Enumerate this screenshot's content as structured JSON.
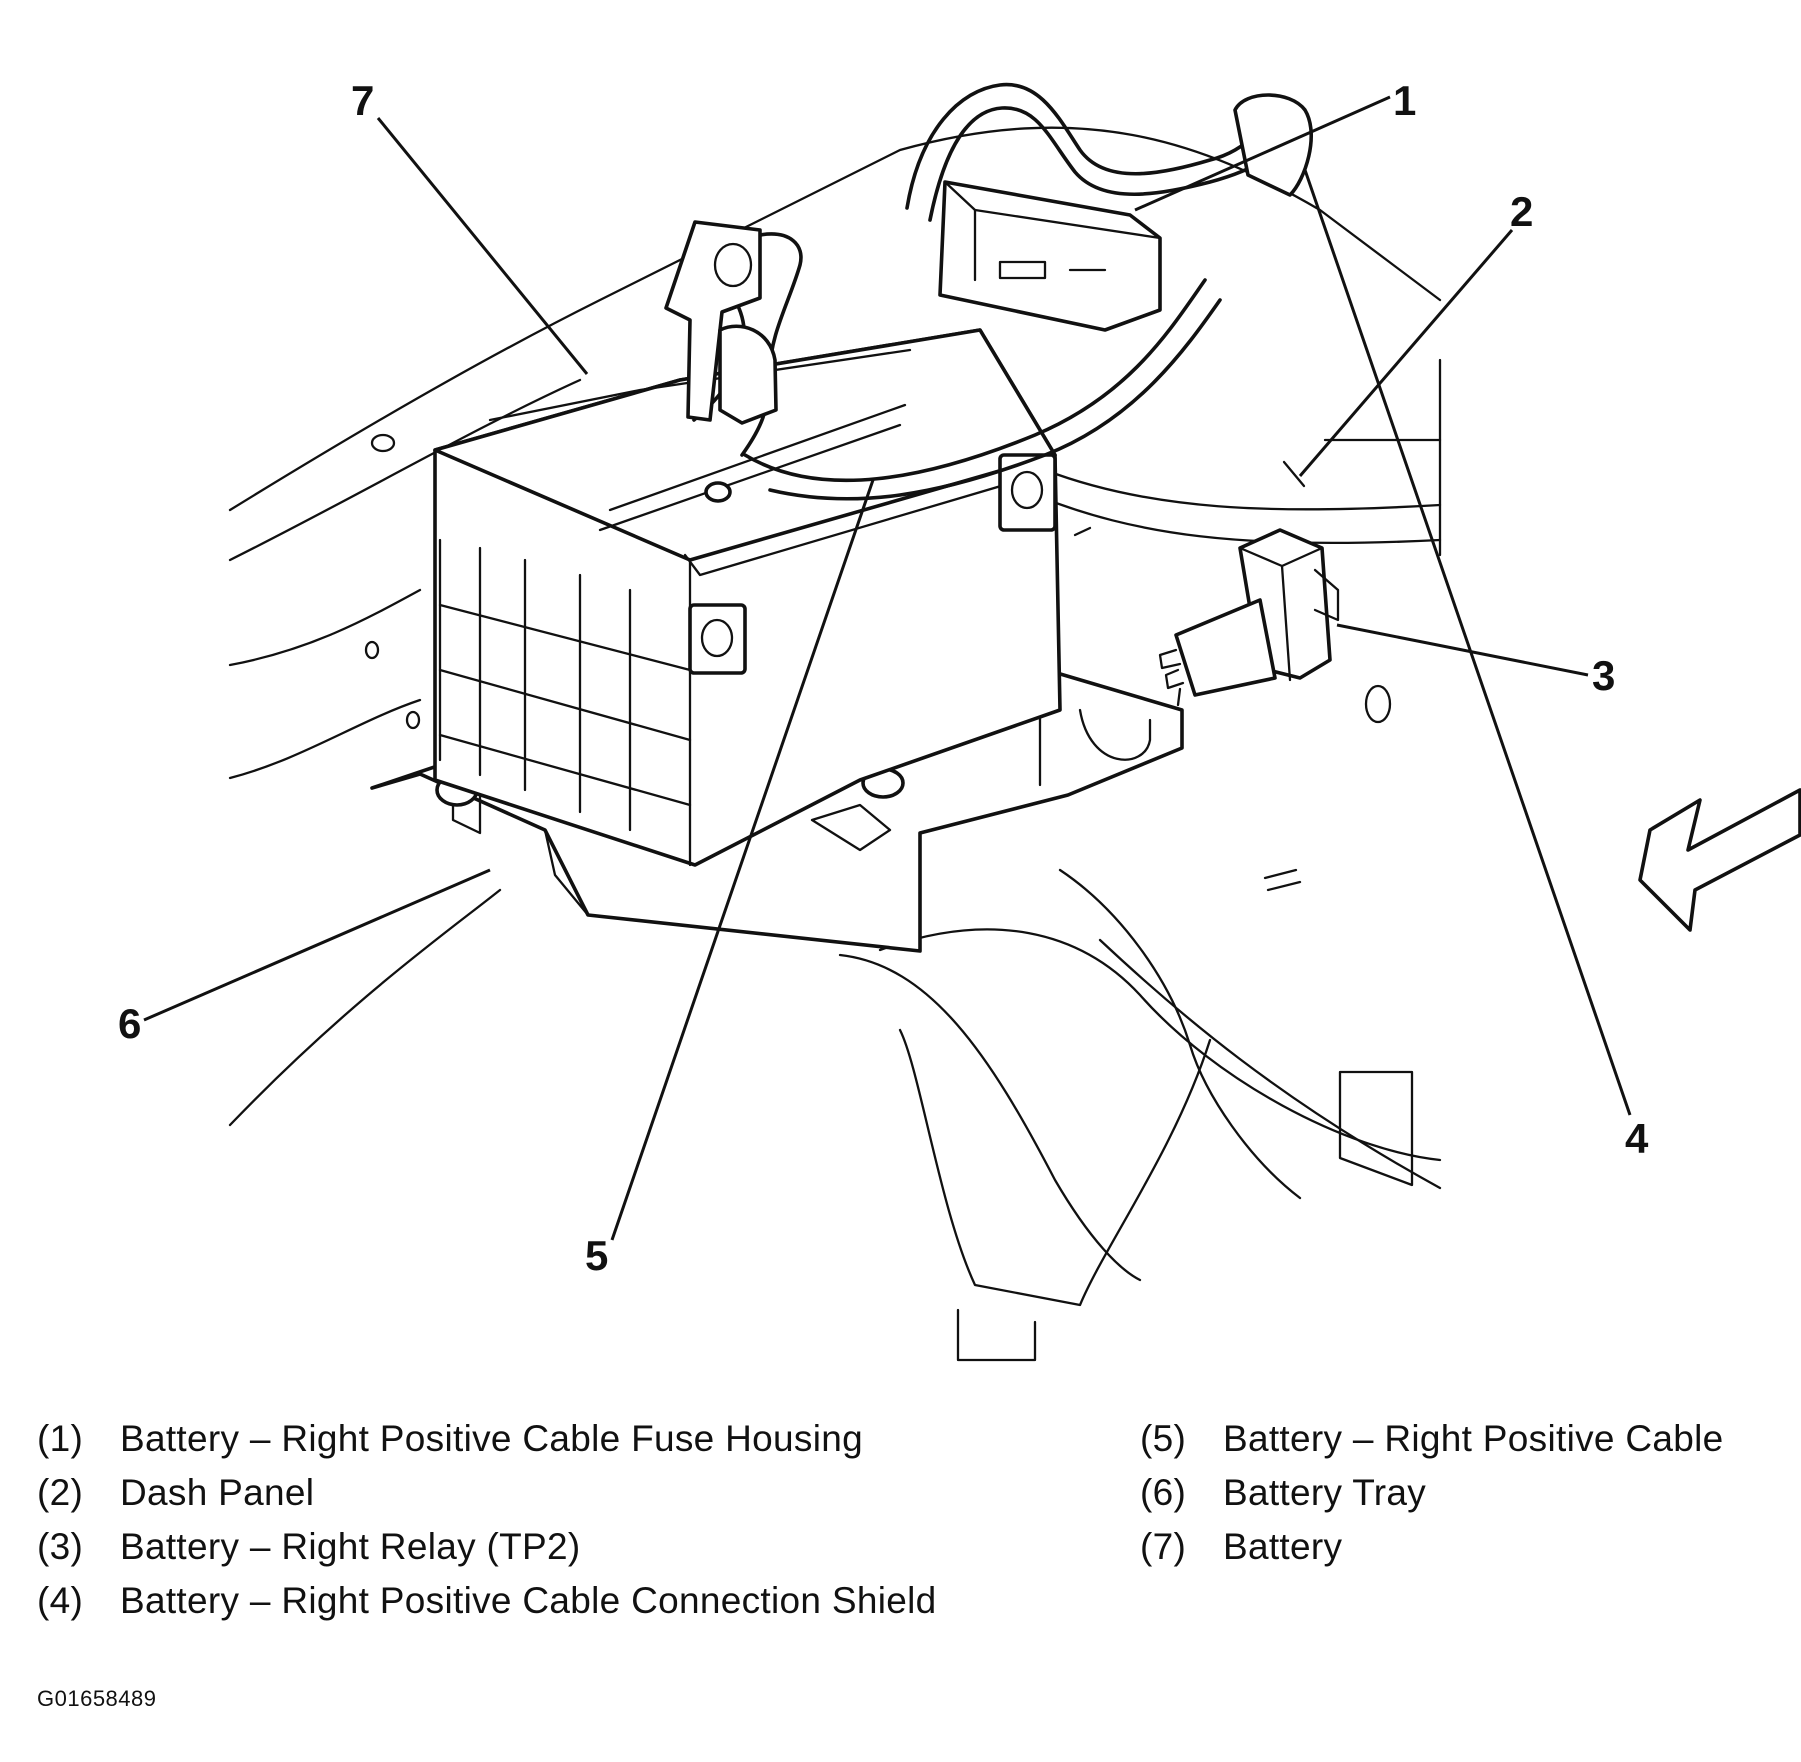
{
  "callouts": {
    "c1": "1",
    "c2": "2",
    "c3": "3",
    "c4": "4",
    "c5": "5",
    "c6": "6",
    "c7": "7"
  },
  "legend_left": [
    {
      "num": "(1)",
      "text": "Battery – Right Positive Cable Fuse Housing"
    },
    {
      "num": "(2)",
      "text": "Dash Panel"
    },
    {
      "num": "(3)",
      "text": "Battery – Right Relay (TP2)"
    },
    {
      "num": "(4)",
      "text": "Battery – Right Positive Cable Connection Shield"
    }
  ],
  "legend_right": [
    {
      "num": "(5)",
      "text": "Battery – Right Positive Cable"
    },
    {
      "num": "(6)",
      "text": "Battery Tray"
    },
    {
      "num": "(7)",
      "text": "Battery"
    }
  ],
  "figure_id": "G01658489"
}
